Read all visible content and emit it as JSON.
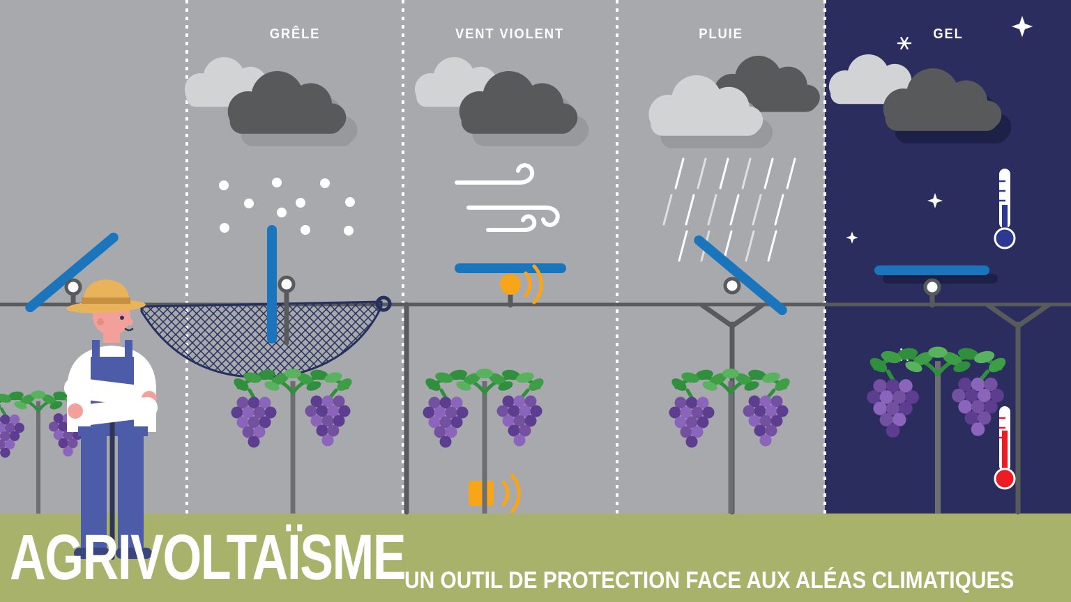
{
  "title": {
    "main": "AGRIVOLTAÏSME",
    "subtitle": "UN OUTIL DE PROTECTION FACE AUX ALÉAS CLIMATIQUES"
  },
  "panels": [
    {
      "label": ""
    },
    {
      "label": "GRÊLE"
    },
    {
      "label": "VENT VIOLENT"
    },
    {
      "label": "PLUIE"
    },
    {
      "label": "GEL"
    }
  ],
  "icons": [
    "cloud-icon",
    "hail-dots-icon",
    "wind-gust-icon",
    "rain-lines-icon",
    "sparkle-star-icon",
    "snowflake-icon",
    "thermometer-cold-icon",
    "thermometer-hot-icon",
    "solar-panel-icon",
    "pivot-icon",
    "trellis-post-icon",
    "protective-net-icon",
    "sensor-circle-icon",
    "sensor-box-icon",
    "grapevine-icon",
    "farmer-figure-icon"
  ],
  "colors": {
    "sky_gray": "#a7a9ac",
    "night_navy": "#2b2d5f",
    "ground_green": "#a9b26b",
    "panel_blue": "#1b75bc",
    "cloud_light": "#d1d3d4",
    "cloud_dark": "#58595b",
    "cloud_shadow": "#97999c",
    "night_shadow": "#1d2047",
    "post_gray": "#595a5c",
    "trunk_gray": "#6d6e71",
    "net_navy": "#26305e",
    "orange": "#f9a51a",
    "cold_blue": "#2b3990",
    "hot_red": "#ed1c24",
    "leaf_green": "#3e9e46",
    "leaf_dark": "#2f8f3c",
    "leaf_light": "#58b25e",
    "grape_mid": "#7450a0",
    "grape_dark": "#5c3d8f",
    "grape_light": "#8a65bb",
    "overall_blue": "#4d5ca8",
    "overall_dark": "#39457f",
    "skin_pink": "#f2a19a",
    "skin_shade": "#e58c84",
    "hat_tan": "#e9b35b",
    "hat_band": "#c68e3f",
    "ink_navy": "#2f3555",
    "white": "#ffffff"
  }
}
